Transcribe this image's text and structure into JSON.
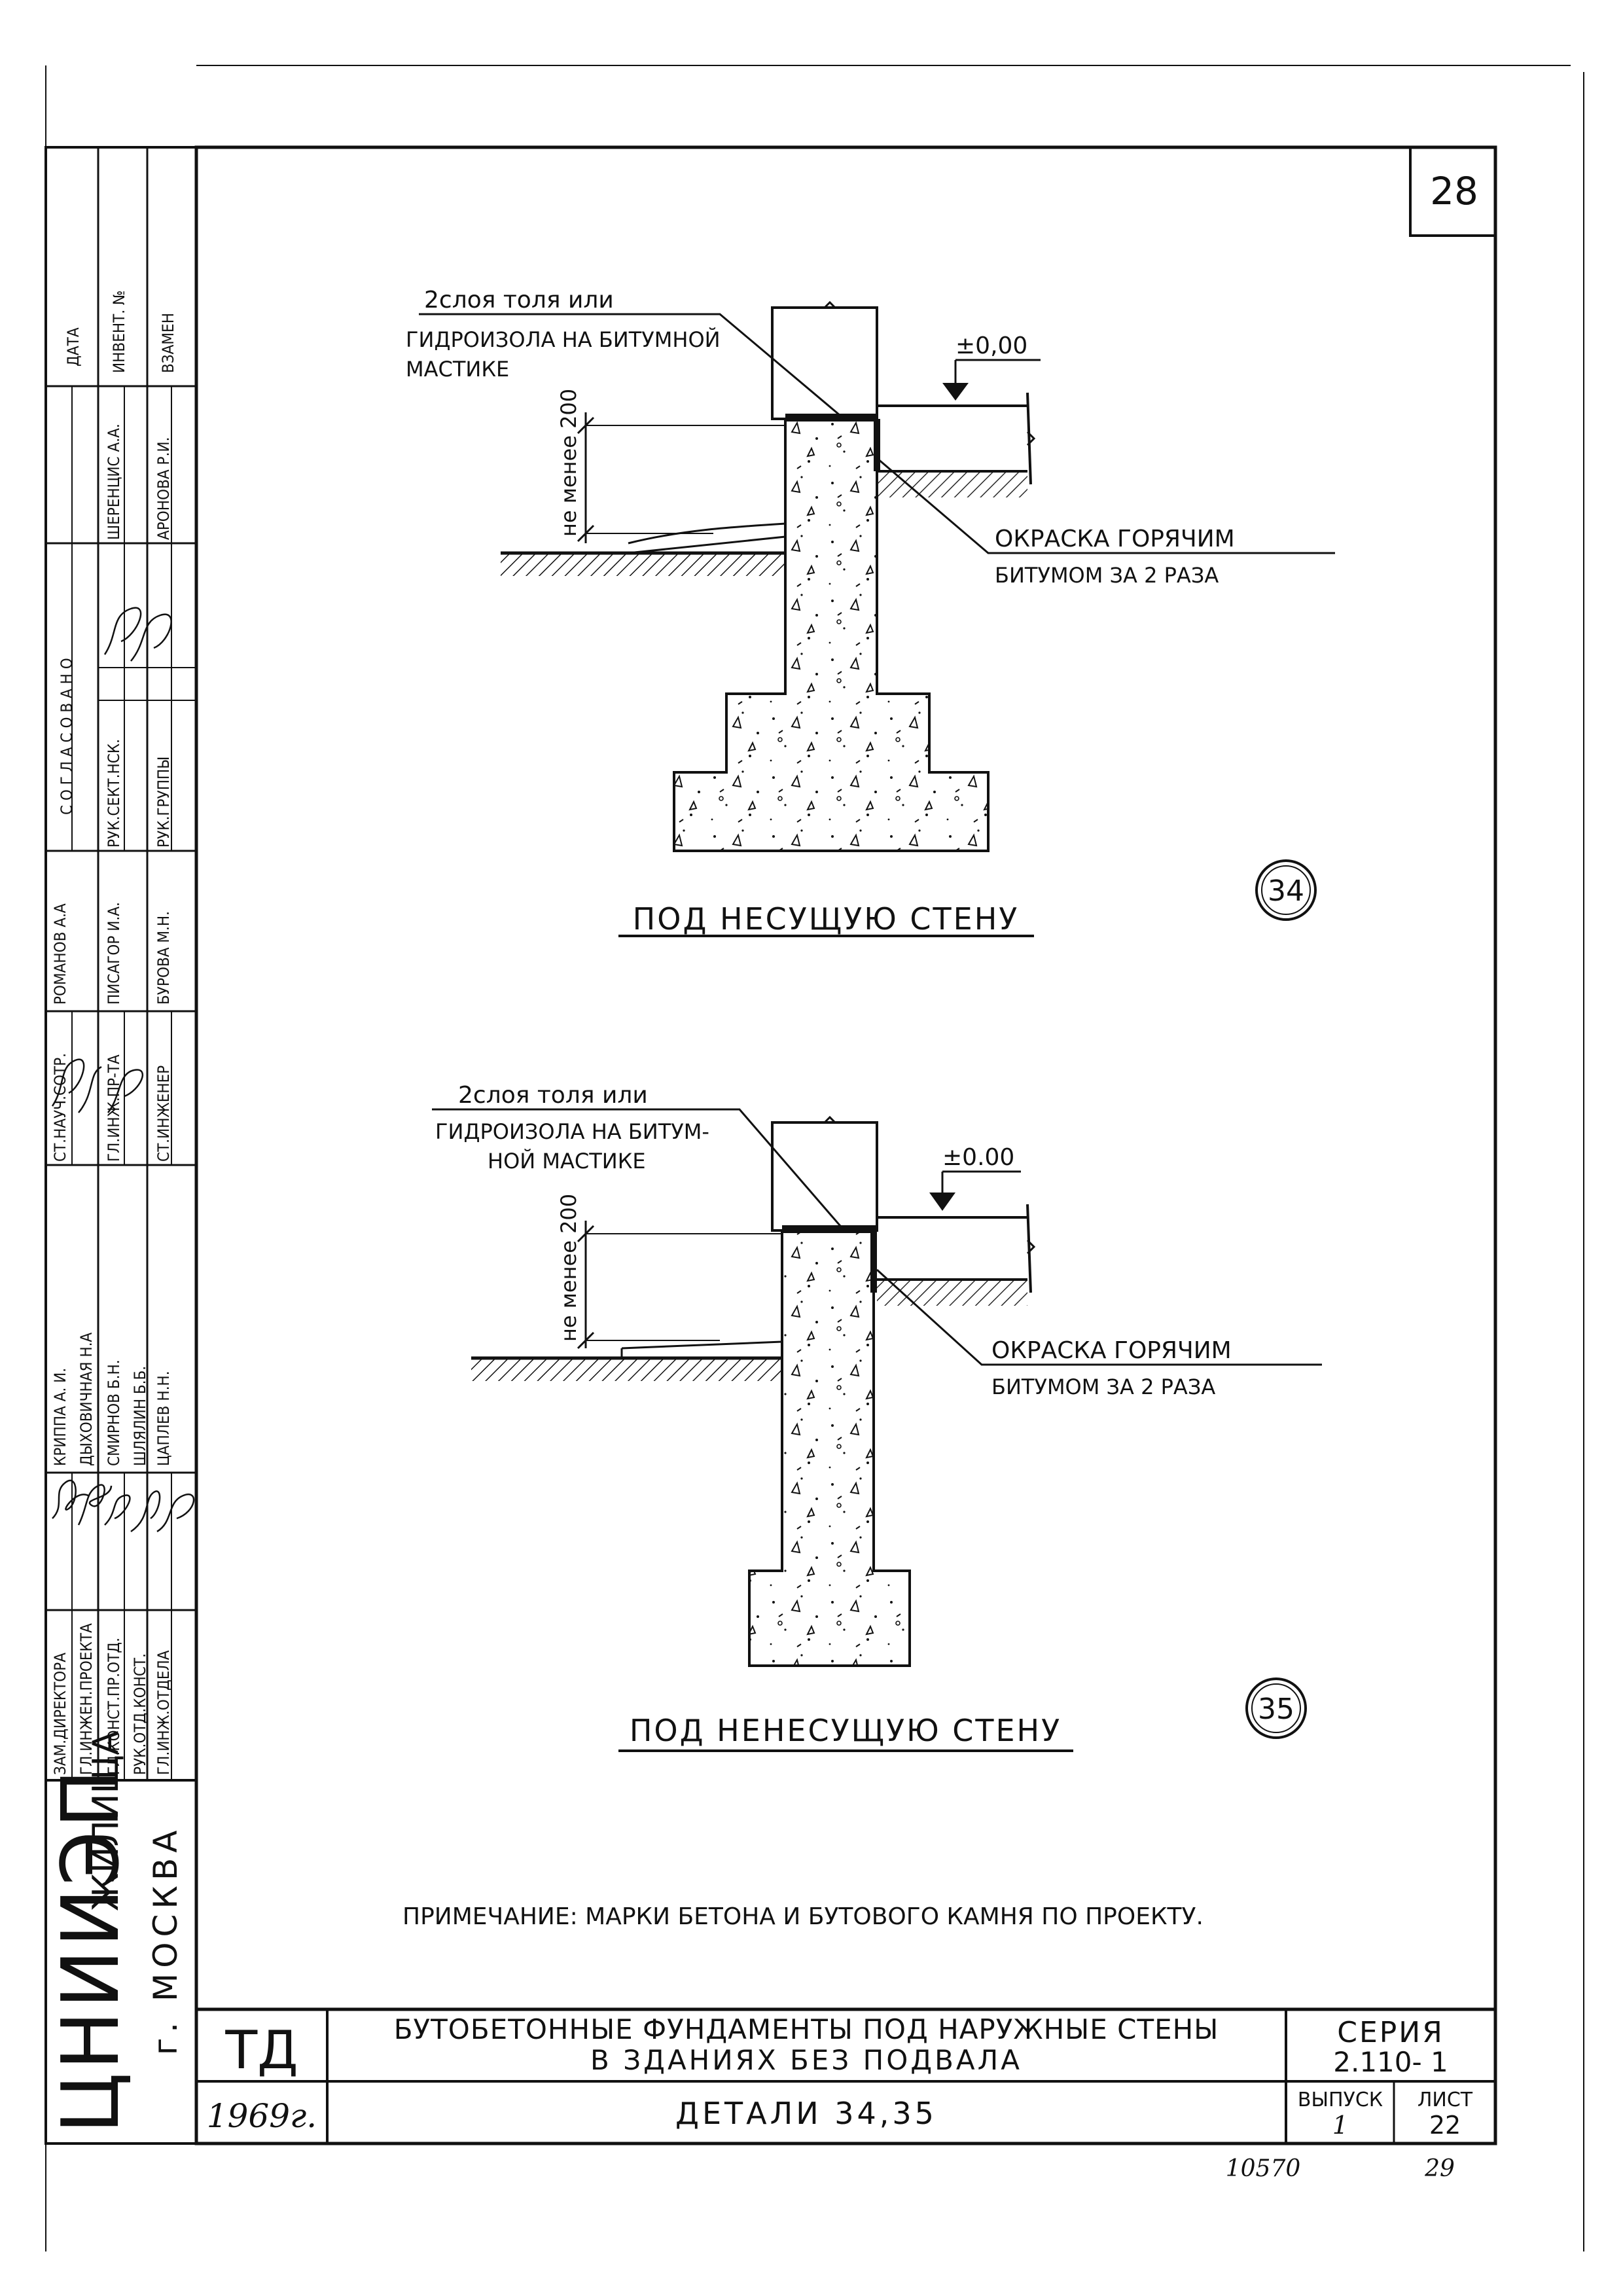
{
  "sheet": {
    "page_number": "28",
    "footer_numbers": [
      "10570",
      "29"
    ]
  },
  "details": [
    {
      "marker": "34",
      "caption": "ПОД НЕСУЩУЮ СТЕНУ",
      "layer_note_lines": [
        "2слоя толя или",
        "ГИДРОИЗОЛА НА БИТУМНОЙ",
        "МАСТИКЕ"
      ],
      "level_mark": "±0,00",
      "dim_value": "200",
      "dim_prefix": "не менее",
      "paint_note_lines": [
        "ОКРАСКА ГОРЯЧИМ",
        "БИТУМОМ ЗА 2 РАЗА"
      ]
    },
    {
      "marker": "35",
      "caption": "ПОД НЕНЕСУЩУЮ СТЕНУ",
      "layer_note_lines": [
        "2слоя толя или",
        "ГИДРОИЗОЛА НА БИТУМ-",
        "НОЙ МАСТИКЕ"
      ],
      "level_mark": "±0.00",
      "dim_value": "200",
      "dim_prefix": "не менее",
      "paint_note_lines": [
        "ОКРАСКА ГОРЯЧИМ",
        "БИТУМОМ ЗА 2 РАЗА"
      ]
    }
  ],
  "note": "ПРИМЕЧАНИЕ: МАРКИ БЕТОНА И БУТОВОГО КАМНЯ ПО ПРОЕКТУ.",
  "title_block": {
    "org": "ЦНИИЭП",
    "org_suffix": "ЖИЛИЩА",
    "city": "г. МОСКВА",
    "code": "ТД",
    "year": "1969г.",
    "title_line1": "БУТОБЕТОННЫЕ ФУНДАМЕНТЫ ПОД НАРУЖНЫЕ СТЕНЫ",
    "title_line2": "В ЗДАНИЯХ БЕЗ ПОДВАЛА",
    "subtitle": "ДЕТАЛИ 34,35",
    "series_label": "СЕРИЯ",
    "series_value": "2.110- 1",
    "issue_label": "ВЫПУСК",
    "issue_value": "1",
    "sheet_label": "ЛИСТ",
    "sheet_value": "22"
  },
  "stamp": {
    "roles_left": [
      "ЗАМ.ДИРЕКТОРА",
      "ГЛ.ИНЖЕН.ПРОЕКТА",
      "ГЛ.КОНСТ.ПР.ОТД.",
      "РУК.ОТД.КОНСТ.",
      "ГЛ.ИНЖ.ОТДЕЛА"
    ],
    "names_left": [
      "КРИППА А. И.",
      "ДЫХОВИЧНАЯ Н.А",
      "СМИРНОВ Б.Н.",
      "ШЛЯЛИН Б.Б.",
      "ЦАПЛЕВ Н.Н."
    ],
    "roles_mid": [
      "СТ.НАУЧ.СОТР.",
      "ГЛ.ИНЖ.ПР-ТА",
      "СТ.ИНЖЕНЕР"
    ],
    "names_mid": [
      "РОМАНОВ А.А",
      "ПИСАГОР И.А.",
      "БУРОВА М.Н."
    ],
    "agreed_title": "С О Г Л А С О В А Н О",
    "agreed_roles": [
      "РУК.СЕКТ.НСК.",
      "РУК.ГРУППЫ"
    ],
    "agreed_names": [
      "ШЕРЕНЦИС А.А.",
      "АРОНОВА Р.И."
    ],
    "top_labels": [
      "ДАТА",
      "ИНВЕНТ. №",
      "ВЗАМЕН"
    ]
  }
}
